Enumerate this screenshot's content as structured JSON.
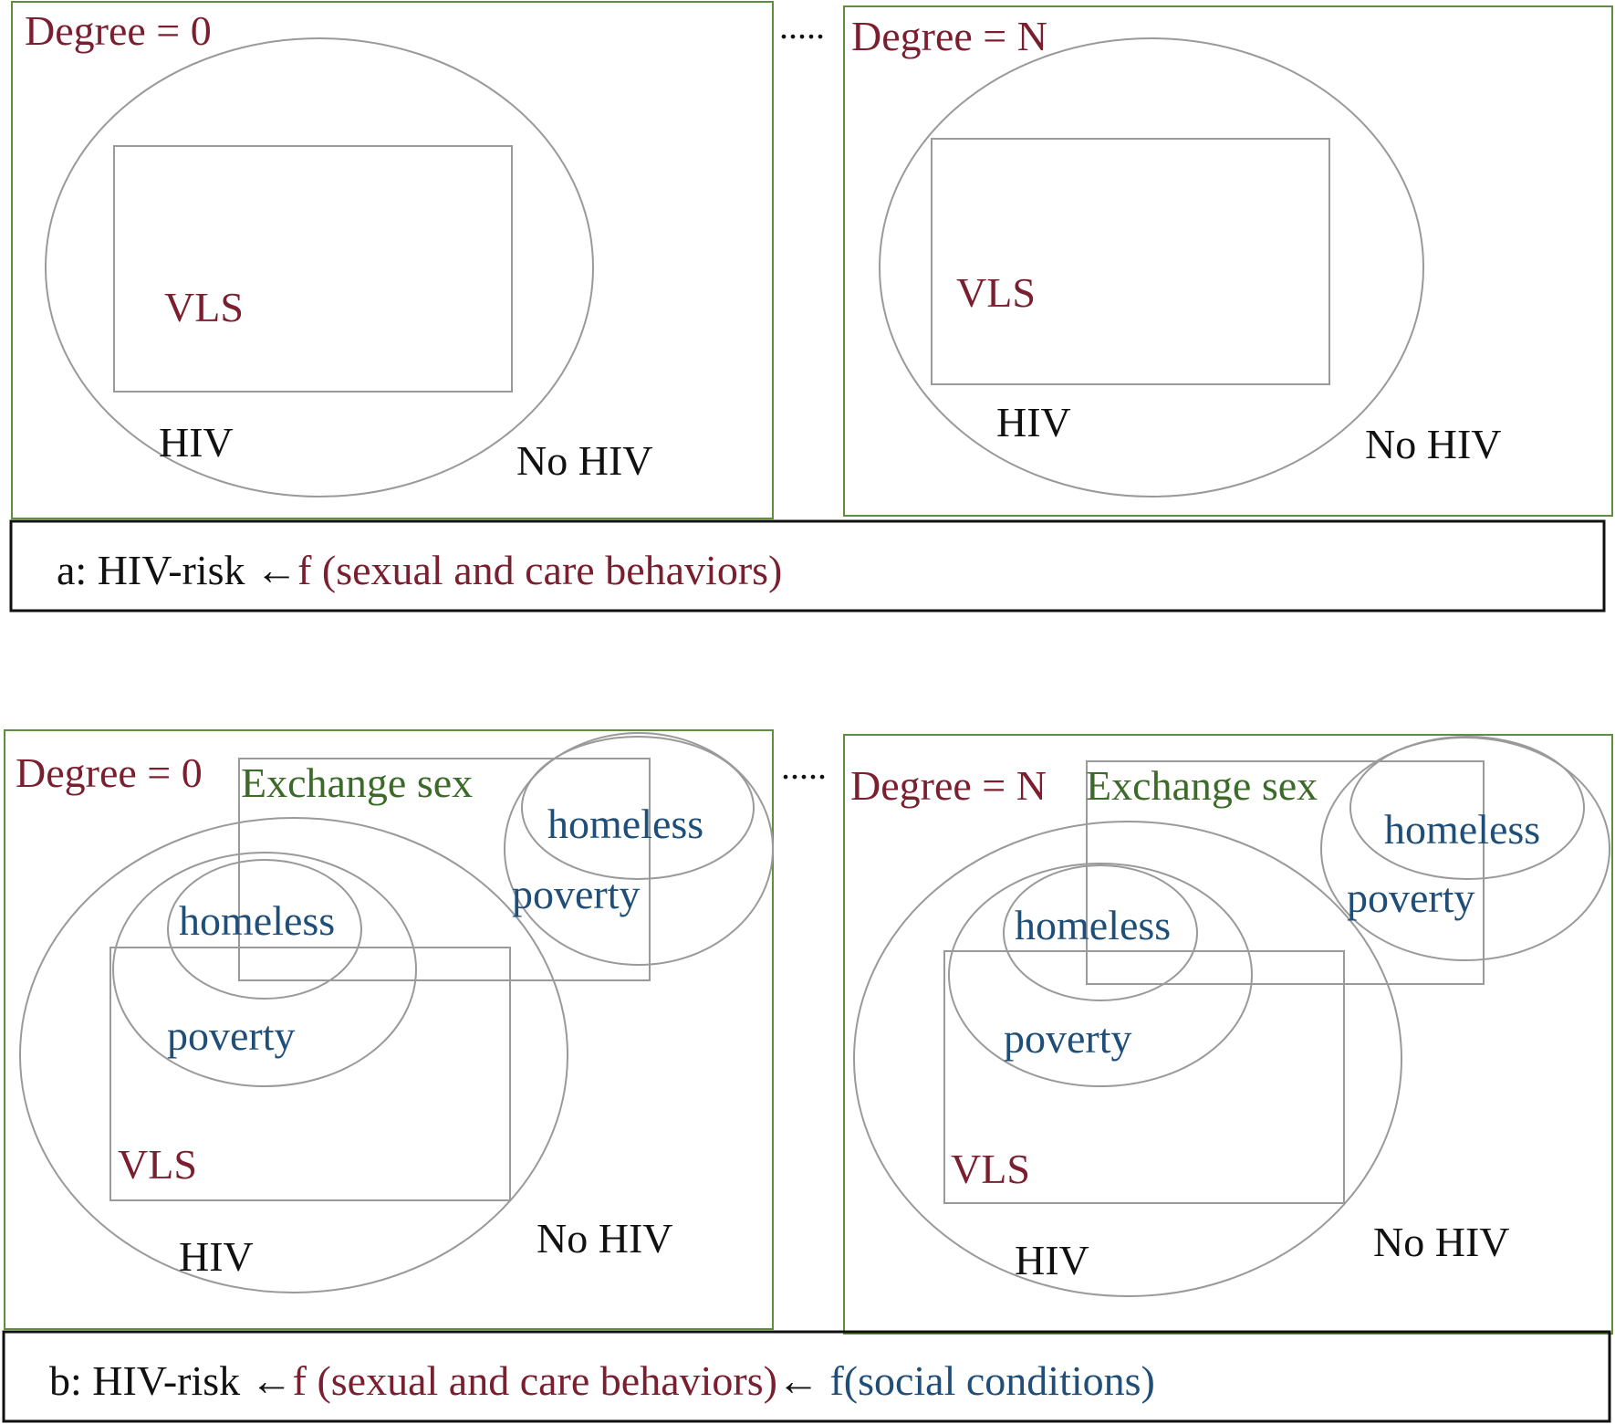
{
  "panel_a": {
    "left": {
      "degree_label": "Degree = 0",
      "vls": "VLS",
      "hiv": "HIV",
      "no_hiv": "No HIV"
    },
    "ellipsis": ".....",
    "right": {
      "degree_label": "Degree = N",
      "vls": "VLS",
      "hiv": "HIV",
      "no_hiv": "No HIV"
    },
    "caption": {
      "prefix": "a: HIV-risk ",
      "arrow": "←",
      "behaviors": "f (sexual and care behaviors)"
    }
  },
  "panel_b": {
    "left": {
      "degree_label": "Degree = 0",
      "exchange_sex": "Exchange sex",
      "homeless_top": "homeless",
      "poverty_top": "poverty",
      "homeless": "homeless",
      "poverty": "poverty",
      "vls": "VLS",
      "hiv": "HIV",
      "no_hiv": "No HIV"
    },
    "ellipsis": ".....",
    "right": {
      "degree_label": "Degree = N",
      "exchange_sex": "Exchange sex",
      "homeless_top": "homeless",
      "poverty_top": "poverty",
      "homeless": "homeless",
      "poverty": "poverty",
      "vls": "VLS",
      "hiv": "HIV",
      "no_hiv": "No HIV"
    },
    "caption": {
      "prefix": "b: HIV-risk ",
      "arrow1": "←",
      "behaviors": "f (sexual and care behaviors)",
      "arrow2": "← ",
      "social": "f(social conditions)"
    }
  },
  "colors": {
    "red_text": "#7a1f2f",
    "green_text": "#3c6a28",
    "blue_text": "#1f4e79",
    "frame_green": "#5f8f3e",
    "shape_grey": "#9a9a9a"
  }
}
